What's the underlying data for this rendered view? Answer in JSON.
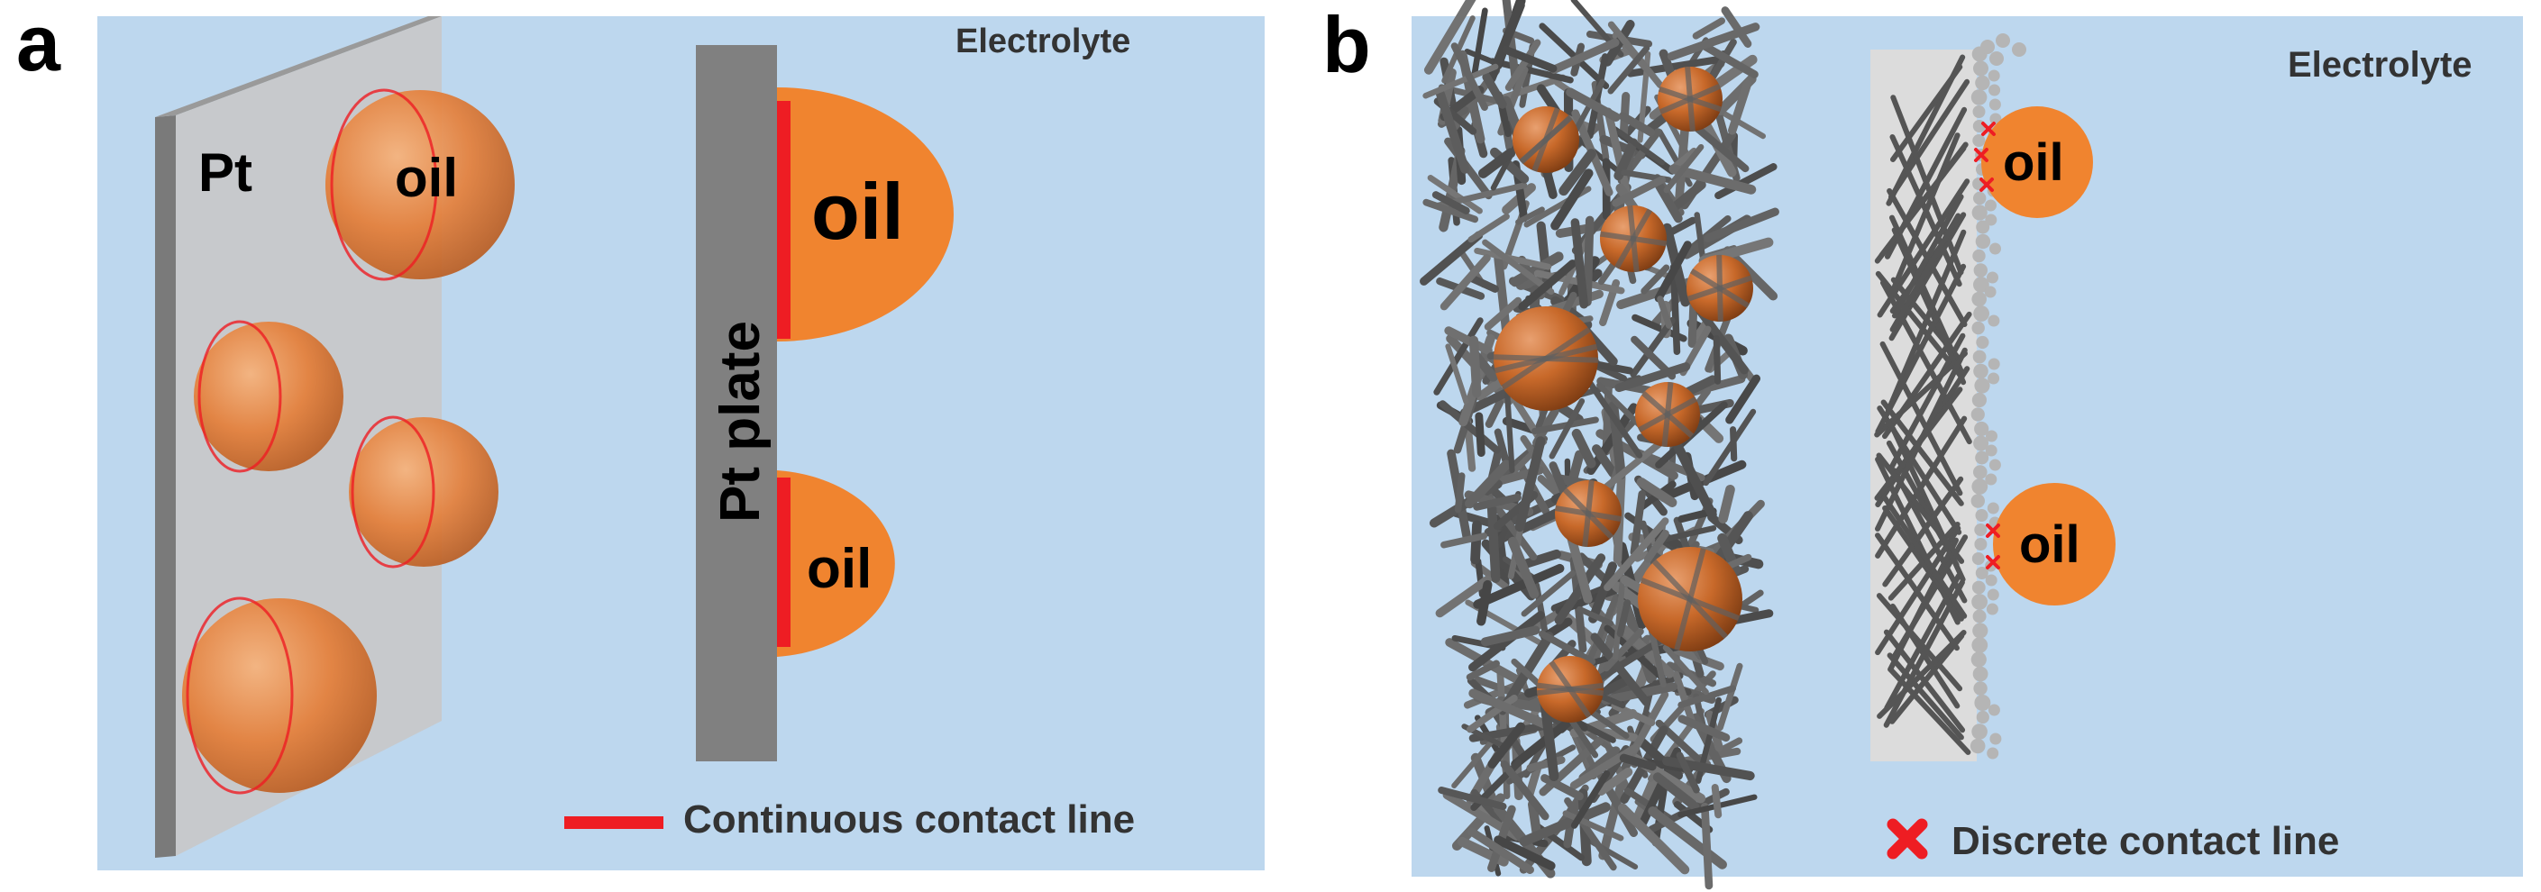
{
  "panel_a": {
    "letter": "a",
    "electrolyte_label": "Electrolyte",
    "pt_label": "Pt",
    "drop_label": "oil",
    "plate_label": "Pt plate",
    "big_drop_label": "oil",
    "small_drop_label": "oil",
    "legend_text": "Continuous contact line"
  },
  "panel_b": {
    "letter": "b",
    "electrolyte_label": "Electrolyte",
    "drop1_label": "oil",
    "drop2_label": "oil",
    "legend_text": "Discrete contact line"
  },
  "colors": {
    "background": "#bdd7ee",
    "oil": "#f0842f",
    "contact_line": "#ee1d23",
    "plate": "#808080"
  }
}
